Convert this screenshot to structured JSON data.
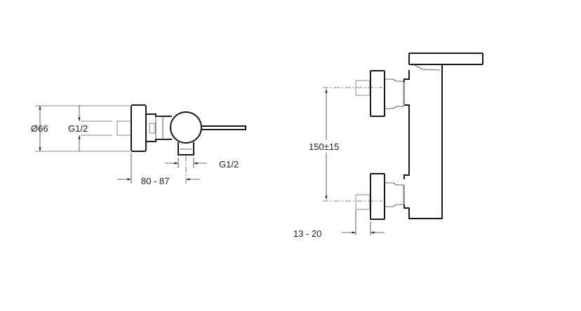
{
  "side_view": {
    "diameter_label": "Ø66",
    "inlet_thread_label": "G1/2",
    "outlet_thread_label": "G1/2",
    "projection_label": "80 - 87"
  },
  "front_view": {
    "center_distance_label": "150±15",
    "offset_label": "13 - 20"
  }
}
